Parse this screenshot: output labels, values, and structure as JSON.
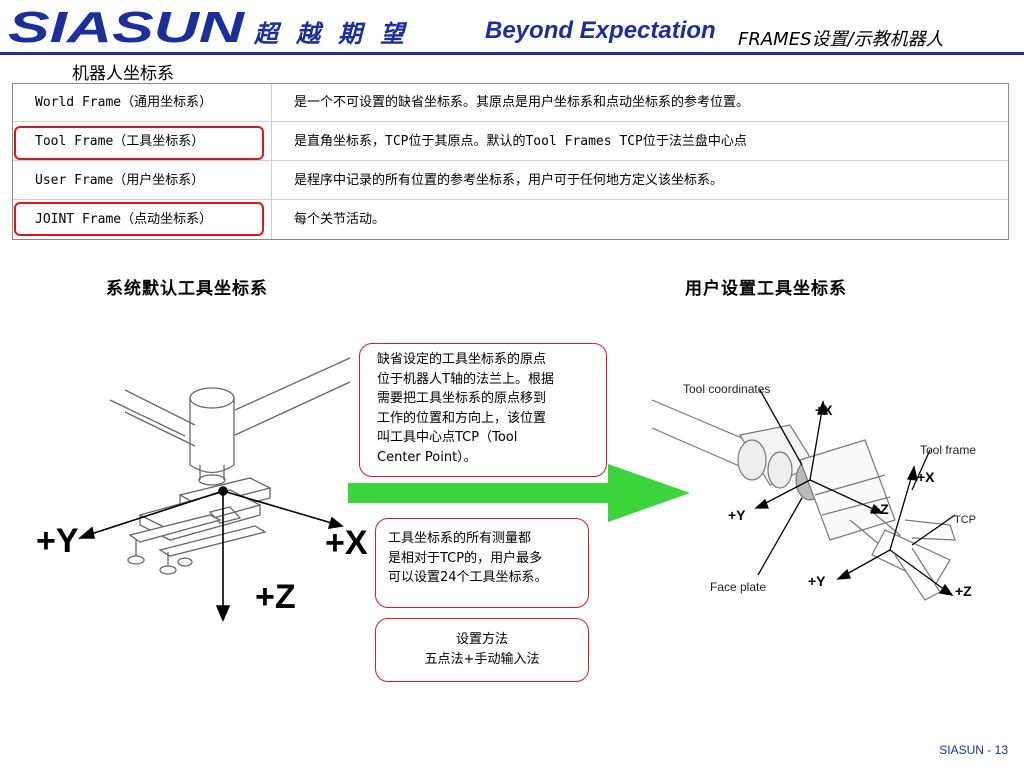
{
  "header": {
    "logo_text": "SIASUN",
    "slogan_cn": "超越期望",
    "slogan_en": "Beyond Expectation",
    "title": "FRAMES设置/示教机器人"
  },
  "section_title": "机器人坐标系",
  "table": {
    "rows": [
      {
        "frame": "World Frame（通用坐标系）",
        "description": "是一个不可设置的缺省坐标系。其原点是用户坐标系和点动坐标系的参考位置。",
        "highlighted": false
      },
      {
        "frame": "Tool Frame（工具坐标系）",
        "description": "是直角坐标系，TCP位于其原点。默认的Tool Frames TCP位于法兰盘中心点",
        "highlighted": true
      },
      {
        "frame": "User Frame（用户坐标系）",
        "description": "是程序中记录的所有位置的参考坐标系，用户可于任何地方定义该坐标系。",
        "highlighted": false
      },
      {
        "frame": "JOINT Frame（点动坐标系）",
        "description": "每个关节活动。",
        "highlighted": true
      }
    ]
  },
  "captions": {
    "left": "系统默认工具坐标系",
    "right": "用户设置工具坐标系"
  },
  "left_diagram": {
    "axis_y": "+Y",
    "axis_x": "+X",
    "axis_z": "+Z"
  },
  "right_diagram": {
    "label_tool_coordinates": "Tool coordinates",
    "label_tool_frame": "Tool frame",
    "label_tcp": "TCP",
    "label_face_plate": "Face plate",
    "axis_x_1": "+X",
    "axis_y_1": "+Y",
    "axis_z_1": "+Z",
    "axis_x_2": "+X",
    "axis_y_2": "+Y",
    "axis_z_2": "+Z"
  },
  "notes": {
    "note1": "缺省设定的工具坐标系的原点\n位于机器人T轴的法兰上。根据\n需要把工具坐标系的原点移到\n工作的位置和方向上，该位置\n叫工具中心点TCP（Tool\nCenter Point）。",
    "note2": "工具坐标系的所有测量都\n是相对于TCP的，用户最多\n可以设置24个工具坐标系。",
    "note3_line1": "设置方法",
    "note3_line2": "五点法+手动输入法"
  },
  "colors": {
    "brand_blue": "#1a2f9a",
    "highlight_red": "#e01616",
    "arrow_green": "#3bd43b"
  },
  "footer": {
    "page_label": "SIASUN - 13"
  }
}
